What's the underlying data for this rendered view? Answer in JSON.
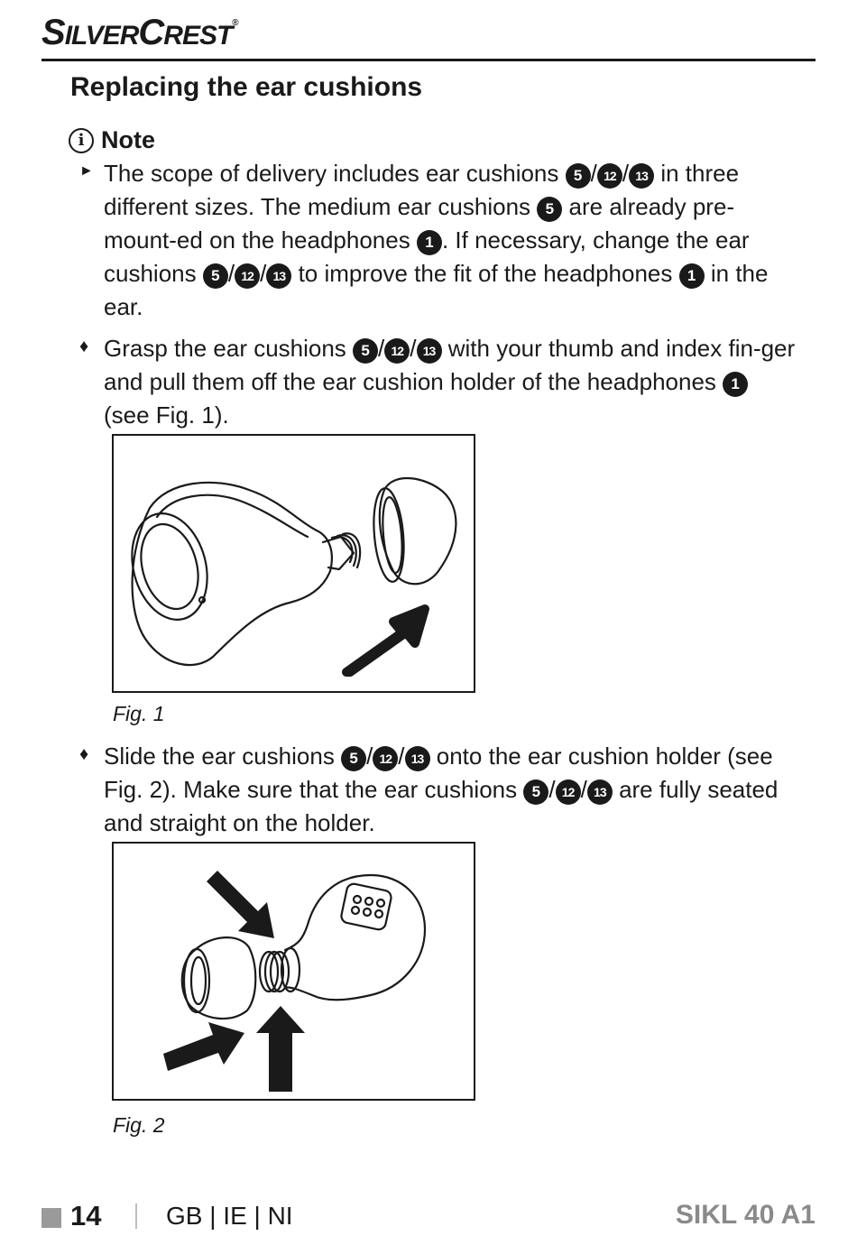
{
  "header": {
    "brand_part1": "S",
    "brand_part2": "ILVER",
    "brand_part3": "C",
    "brand_part4": "REST",
    "brand_reg": "®"
  },
  "section_title": "Replacing the ear cushions",
  "note": {
    "label": "Note",
    "text_1": "The scope of delivery includes ear cushions",
    "text_2": "in three different sizes. The medium ear cushions",
    "text_3": "are already pre-mount-ed on the headphones",
    "text_4": ". If necessary, change the ear cushions",
    "text_5": "to improve the fit of the headphones",
    "text_6": "in the ear."
  },
  "step1": {
    "text_1": "Grasp the ear cushions",
    "text_2": "with your thumb and index fin-ger and pull them off the ear cushion holder of the headphones",
    "text_3": "(see Fig. 1)."
  },
  "step2": {
    "text_1": "Slide the ear cushions",
    "text_2": "onto the ear cushion holder (see Fig. 2). Make sure that the ear cushions",
    "text_3": "are fully seated and straight on the holder."
  },
  "numbers": {
    "n1": "1",
    "n5": "5",
    "n12": "12",
    "n13": "13",
    "slash": "/"
  },
  "figures": {
    "fig1_caption": "Fig. 1",
    "fig2_caption": "Fig. 2"
  },
  "footer": {
    "page_number": "14",
    "countries": "GB | IE | NI",
    "model": "SIKL 40 A1"
  }
}
